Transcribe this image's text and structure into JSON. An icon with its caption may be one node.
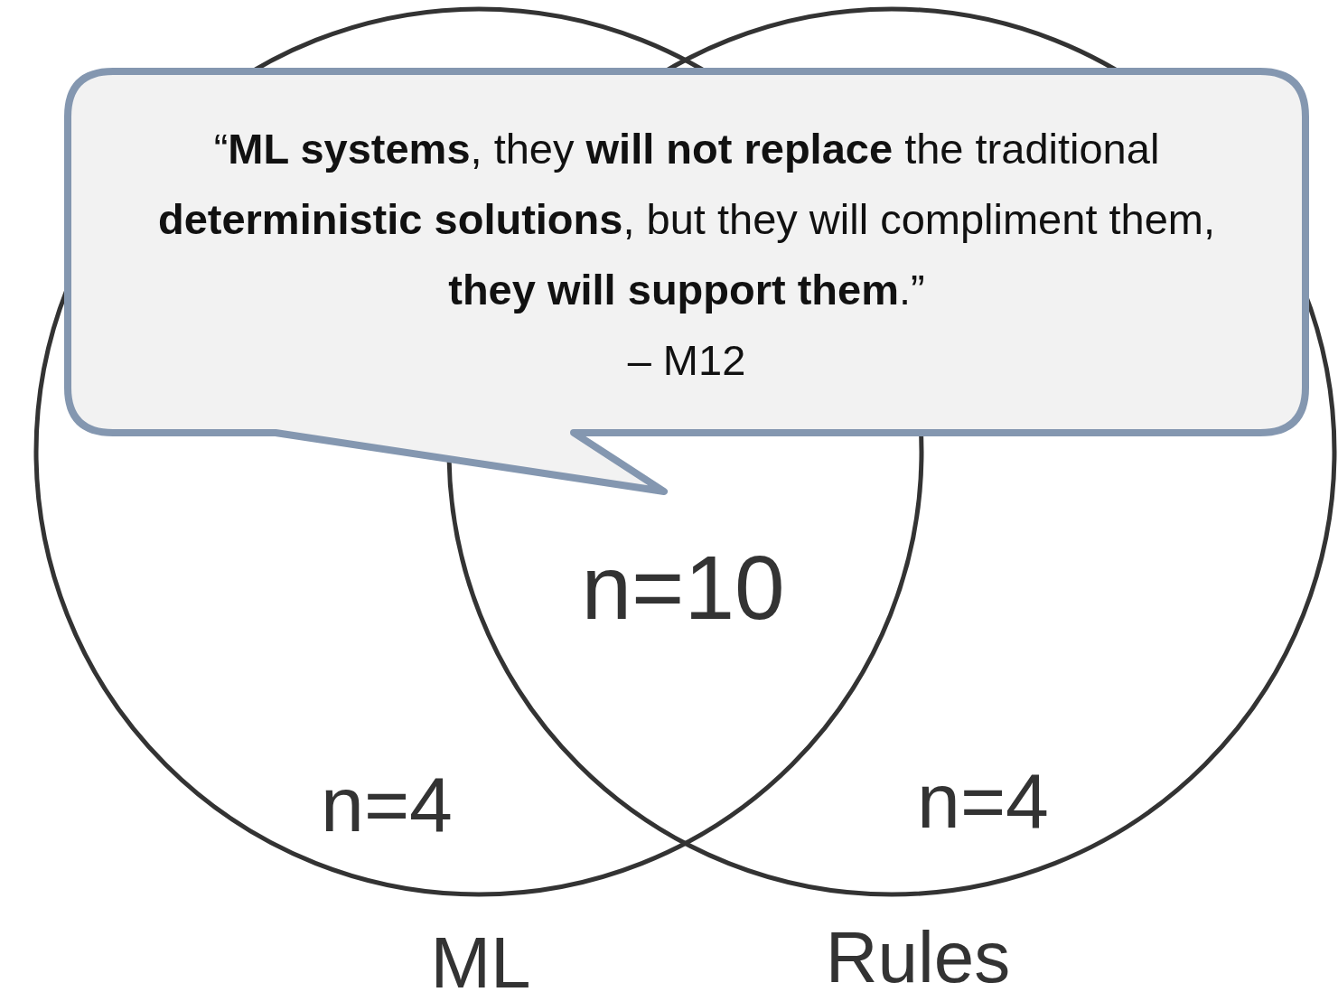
{
  "diagram": {
    "nodes": [
      {
        "text": [
          "“**ML systems**, they **will not replace** the traditional **deterministic solutions**, but they will compliment them, **they will support them**.”",
          "– M12"
        ]
      },
      {
        "text": [
          "n=4",
          "ML"
        ]
      },
      {
        "text": [
          "n=4",
          "Rules"
        ]
      }
    ],
    "labels": [
      "n=10"
    ]
  }
}
